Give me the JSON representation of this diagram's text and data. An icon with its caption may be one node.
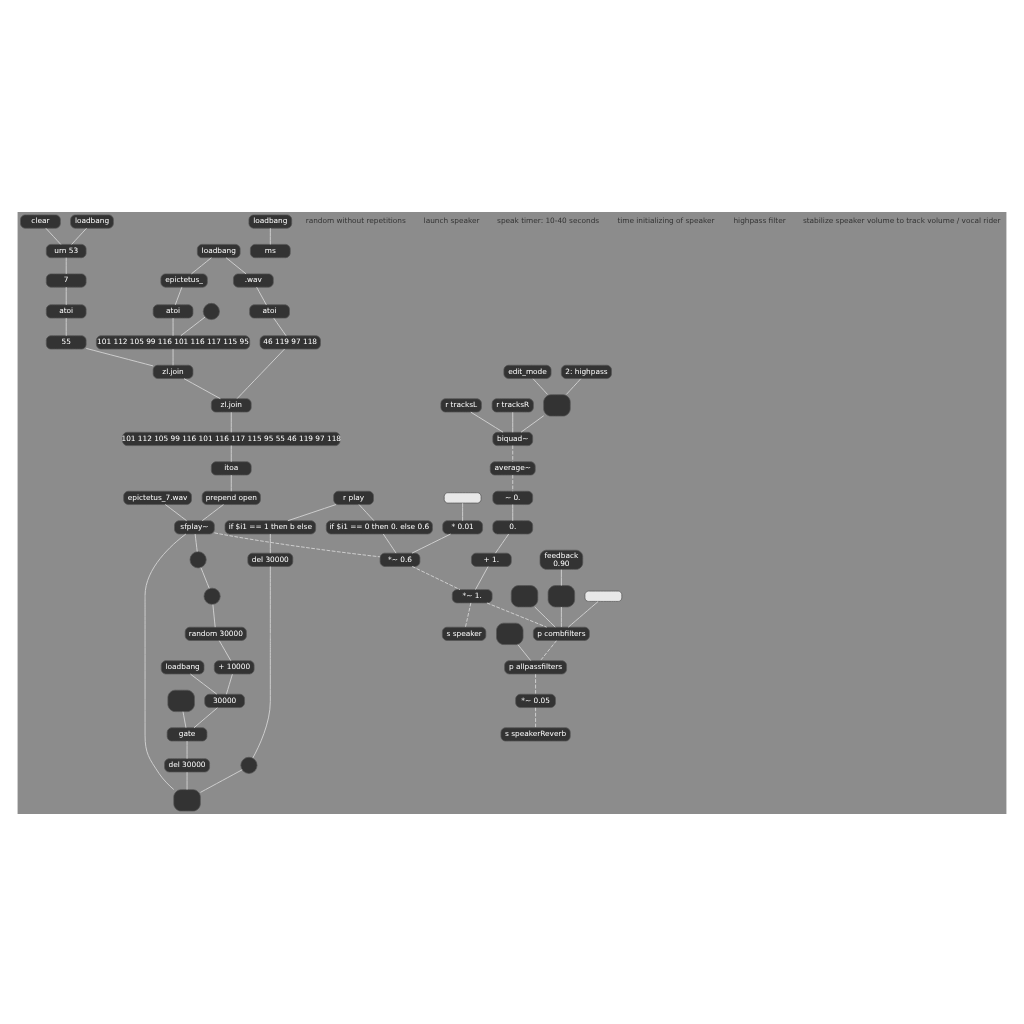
{
  "diagram": {
    "nodes": [
      {
        "text": [
          "clear"
        ]
      },
      {
        "text": [
          "loadbang"
        ]
      },
      {
        "text": [
          "urn 53"
        ]
      },
      {
        "text": [
          "loadbang"
        ]
      },
      {
        "text": [
          "epictetus_"
        ]
      },
      {
        "text": [
          "7"
        ]
      },
      {
        "text": [
          ".wav"
        ]
      },
      {
        "text": [
          "atoi"
        ]
      },
      {
        "text": [
          "atoi"
        ]
      },
      {
        "text": [
          "atoi"
        ]
      },
      {
        "text": [],
        "shape": "circle"
      },
      {
        "text": [
          "101 112 105 99 116 101 116 117 115 95"
        ]
      },
      {
        "text": [
          "55"
        ]
      },
      {
        "text": [
          "46 119 97 118"
        ]
      },
      {
        "text": [
          "zl.join"
        ]
      },
      {
        "text": [
          "zl.join"
        ]
      },
      {
        "text": [
          "101 112 105 99 116 101 116 117 115 95 55 46 119 97 118"
        ]
      },
      {
        "text": [
          "itoa"
        ]
      },
      {
        "text": [],
        "shape": "circle"
      },
      {
        "text": [
          "random 30000"
        ]
      },
      {
        "text": [
          "loadbang"
        ]
      },
      {
        "text": [
          "r play"
        ]
      },
      {
        "text": [
          "+ 10000"
        ]
      },
      {
        "text": [
          "30000"
        ]
      },
      {
        "text": [
          "if $i1 == 1 then b else"
        ]
      },
      {
        "text": [
          "del 30000"
        ]
      },
      {
        "text": [],
        "shape": "box"
      },
      {
        "text": [],
        "shape": "circle"
      },
      {
        "text": [
          "gate"
        ]
      },
      {
        "text": [
          "del 30000"
        ]
      },
      {
        "text": [
          "epictetus_7.wav"
        ]
      },
      {
        "text": [],
        "shape": "box"
      },
      {
        "text": [
          "prepend open"
        ]
      },
      {
        "text": [
          "sfplay~"
        ]
      },
      {
        "text": [],
        "shape": "circle"
      },
      {
        "text": [
          "if $i1 == 0 then 0. else 0.6"
        ]
      },
      {
        "text": [],
        "shape": "bar"
      },
      {
        "text": [
          "* 0.01"
        ]
      },
      {
        "text": [
          "*~ 0.6"
        ]
      },
      {
        "text": [
          "loadbang"
        ]
      },
      {
        "text": [
          "r tracksL"
        ]
      },
      {
        "text": [
          "r tracksR"
        ]
      },
      {
        "text": [
          "edit_mode"
        ]
      },
      {
        "text": [
          "2: highpass"
        ]
      },
      {
        "text": [],
        "shape": "box"
      },
      {
        "text": [
          "biquad~"
        ]
      },
      {
        "text": [
          "ms"
        ]
      },
      {
        "text": [
          "average~"
        ]
      },
      {
        "text": [
          "~ 0."
        ]
      },
      {
        "text": [
          "0."
        ]
      },
      {
        "text": [
          "+ 1."
        ]
      },
      {
        "text": [
          "*~ 1."
        ]
      },
      {
        "text": [
          "s speaker"
        ]
      },
      {
        "text": [
          "feedback",
          "0.90"
        ]
      },
      {
        "text": [],
        "shape": "box"
      },
      {
        "text": [],
        "shape": "box"
      },
      {
        "text": [],
        "shape": "bar"
      },
      {
        "text": [],
        "shape": "box"
      },
      {
        "text": [
          "p combfilters"
        ]
      },
      {
        "text": [
          "p allpassfilters"
        ]
      },
      {
        "text": [
          "*~ 0.05"
        ]
      },
      {
        "text": [
          "s speakerReverb"
        ]
      }
    ],
    "edges": [
      {
        "from": 0,
        "to": 2,
        "arrow": "none"
      },
      {
        "from": 1,
        "to": 2,
        "arrow": "none"
      },
      {
        "from": 2,
        "to": 5,
        "arrow": "none"
      },
      {
        "from": 3,
        "to": 4,
        "arrow": "none"
      },
      {
        "from": 3,
        "to": 6,
        "arrow": "none"
      },
      {
        "from": 4,
        "to": 7,
        "arrow": "none"
      },
      {
        "from": 5,
        "to": 8,
        "arrow": "none"
      },
      {
        "from": 6,
        "to": 9,
        "arrow": "none"
      },
      {
        "from": 10,
        "to": 11,
        "arrow": "none"
      },
      {
        "from": 7,
        "to": 11,
        "arrow": "none"
      },
      {
        "from": 8,
        "to": 12,
        "arrow": "none"
      },
      {
        "from": 9,
        "to": 13,
        "arrow": "none"
      },
      {
        "from": 11,
        "to": 14,
        "arrow": "none"
      },
      {
        "from": 12,
        "to": 14,
        "arrow": "none"
      },
      {
        "from": 14,
        "to": 15,
        "arrow": "none"
      },
      {
        "from": 13,
        "to": 15,
        "arrow": "none"
      },
      {
        "from": 15,
        "to": 16,
        "arrow": "none"
      },
      {
        "from": 16,
        "to": 17,
        "arrow": "none"
      },
      {
        "from": 17,
        "to": 32,
        "arrow": "none"
      },
      {
        "from": 18,
        "to": 19,
        "arrow": "none"
      },
      {
        "from": 19,
        "to": 22,
        "arrow": "none"
      },
      {
        "from": 22,
        "to": 23,
        "arrow": "none"
      },
      {
        "from": 20,
        "to": 23,
        "arrow": "none"
      },
      {
        "from": 21,
        "to": 24,
        "arrow": "none"
      },
      {
        "from": 21,
        "to": 35,
        "arrow": "none"
      },
      {
        "from": 24,
        "to": 25,
        "arrow": "none"
      },
      {
        "from": 25,
        "to": 27,
        "arrow": "none"
      },
      {
        "from": 23,
        "to": 28,
        "arrow": "none"
      },
      {
        "from": 26,
        "to": 28,
        "arrow": "none"
      },
      {
        "from": 28,
        "to": 29,
        "arrow": "none"
      },
      {
        "from": 29,
        "to": 31,
        "arrow": "none"
      },
      {
        "from": 27,
        "to": 31,
        "arrow": "none"
      },
      {
        "from": 30,
        "to": 33,
        "arrow": "none"
      },
      {
        "from": 32,
        "to": 33,
        "arrow": "none"
      },
      {
        "from": 31,
        "to": 33,
        "arrow": "none"
      },
      {
        "from": 33,
        "to": 34,
        "arrow": "none"
      },
      {
        "from": 34,
        "to": 18,
        "arrow": "none"
      },
      {
        "from": 35,
        "to": 38,
        "arrow": "none"
      },
      {
        "from": 36,
        "to": 37,
        "arrow": "none"
      },
      {
        "from": 37,
        "to": 38,
        "arrow": "none"
      },
      {
        "from": 33,
        "to": 38,
        "arrow": "none",
        "style": "dashed"
      },
      {
        "from": 39,
        "to": 46,
        "arrow": "none"
      },
      {
        "from": 40,
        "to": 45,
        "arrow": "none"
      },
      {
        "from": 41,
        "to": 45,
        "arrow": "none"
      },
      {
        "from": 42,
        "to": 44,
        "arrow": "none"
      },
      {
        "from": 43,
        "to": 44,
        "arrow": "none"
      },
      {
        "from": 44,
        "to": 45,
        "arrow": "none"
      },
      {
        "from": 45,
        "to": 47,
        "arrow": "none",
        "style": "dashed"
      },
      {
        "from": 47,
        "to": 48,
        "arrow": "none",
        "style": "dashed"
      },
      {
        "from": 48,
        "to": 49,
        "arrow": "none"
      },
      {
        "from": 49,
        "to": 50,
        "arrow": "none"
      },
      {
        "from": 50,
        "to": 51,
        "arrow": "none"
      },
      {
        "from": 38,
        "to": 51,
        "arrow": "none",
        "style": "dashed"
      },
      {
        "from": 51,
        "to": 52,
        "arrow": "none",
        "style": "dashed"
      },
      {
        "from": 51,
        "to": 58,
        "arrow": "none",
        "style": "dashed"
      },
      {
        "from": 53,
        "to": 55,
        "arrow": "none"
      },
      {
        "from": 54,
        "to": 58,
        "arrow": "none"
      },
      {
        "from": 55,
        "to": 58,
        "arrow": "none"
      },
      {
        "from": 56,
        "to": 58,
        "arrow": "none"
      },
      {
        "from": 57,
        "to": 59,
        "arrow": "none"
      },
      {
        "from": 58,
        "to": 59,
        "arrow": "none",
        "style": "dashed"
      },
      {
        "from": 59,
        "to": 60,
        "arrow": "none",
        "style": "dashed"
      },
      {
        "from": 60,
        "to": 61,
        "arrow": "none",
        "style": "dashed"
      }
    ],
    "labels": [
      "random without repetitions",
      "launch speaker",
      "speak timer: 10-40 seconds",
      "time initializing of speaker",
      "highpass filter",
      "stabilize speaker volume to track volume / vocal rider"
    ]
  }
}
